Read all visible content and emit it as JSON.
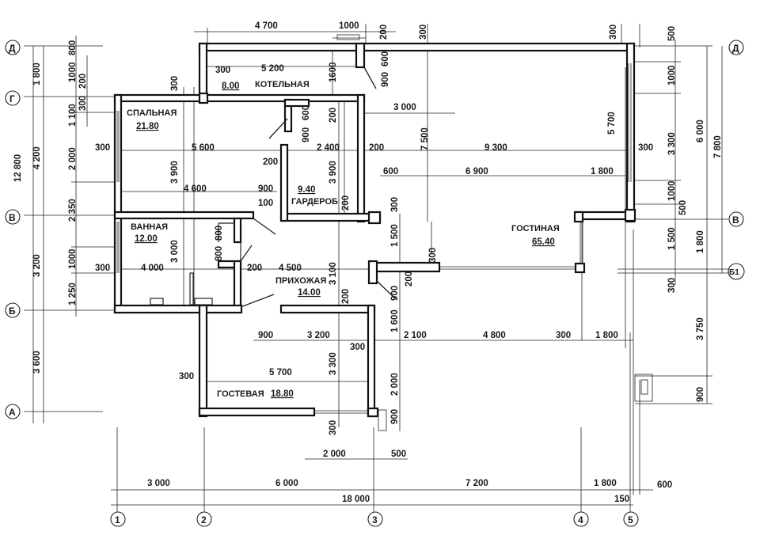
{
  "rooms": [
    {
      "id": "kotelnaya",
      "name": "КОТЕЛЬНАЯ",
      "area": "8.00"
    },
    {
      "id": "spalnaya",
      "name": "СПАЛЬНАЯ",
      "area": "21.80"
    },
    {
      "id": "garderob",
      "name": "ГАРДЕРОБ",
      "area": "9.40"
    },
    {
      "id": "vannaya",
      "name": "ВАННАЯ",
      "area": "12.00"
    },
    {
      "id": "prihozhaya",
      "name": "ПРИХОЖАЯ",
      "area": "14.00"
    },
    {
      "id": "gostinaya",
      "name": "ГОСТИНАЯ",
      "area": "65.40"
    },
    {
      "id": "gostevaya",
      "name": "ГОСТЕВАЯ",
      "area": "18.80"
    }
  ],
  "axes_bottom": [
    "1",
    "2",
    "3",
    "4",
    "5"
  ],
  "axes_side": [
    "Д",
    "Г",
    "В",
    "Б",
    "А",
    "Б1"
  ],
  "dims": {
    "t_4700": "4 700",
    "t_1000": "1000",
    "t_200a": "200",
    "t_300a": "300",
    "t_300b": "300",
    "t_500a": "500",
    "t_300c": "300",
    "t_5200": "5 200",
    "t_1600a": "1600",
    "t_600a": "600",
    "t_900a": "900",
    "t_300d": "300",
    "t_3000a": "3 000",
    "t_7500": "7 500",
    "t_5700a": "5 700",
    "t_600b": "600",
    "t_200b": "200",
    "t_900b": "900",
    "t_300e": "300",
    "t_5600": "5 600",
    "t_2400": "2 400",
    "t_200c": "200",
    "t_9300": "9 300",
    "t_300f": "300",
    "t_200d": "200",
    "t_3900a": "3 900",
    "t_3900b": "3 900",
    "t_600c": "600",
    "t_6900": "6 900",
    "t_1800a": "1 800",
    "t_4600": "4 600",
    "t_900c": "900",
    "t_100": "100",
    "t_200e": "200",
    "t_300g": "300",
    "t_800a": "800",
    "t_800b": "800",
    "t_3000b": "3 000",
    "t_1500a": "1 500",
    "t_300h": "300",
    "t_300i": "300",
    "t_4000": "4 000",
    "t_200f": "200",
    "t_4500": "4 500",
    "t_3100": "3 100",
    "t_200g": "200",
    "t_900d": "900",
    "t_200h": "200",
    "t_1600b": "1 600",
    "t_900e": "900",
    "t_3200a": "3 200",
    "t_2100": "2 100",
    "t_4800": "4 800",
    "t_300j": "300",
    "t_1800b": "1 800",
    "t_300k": "300",
    "t_3300a": "3 300",
    "t_5700b": "5 700",
    "t_300l": "300",
    "t_2000a": "2 000",
    "t_300m": "300",
    "t_900f": "900",
    "t_2000b": "2 000",
    "t_500b": "500",
    "t_3000c": "3 000",
    "t_6000a": "6 000",
    "t_7200": "7 200",
    "t_1800c": "1 800",
    "t_600d": "600",
    "t_18000": "18 000",
    "t_150": "150",
    "l_800": "800",
    "l_1000": "1000",
    "l_200": "200",
    "l_300": "300",
    "l_1100": "1 100",
    "l_2000": "2 000",
    "l_2350": "2 350",
    "l_1000b": "1000",
    "l_1250": "1 250",
    "l_1800": "1 800",
    "l_4200": "4 200",
    "l_3200": "3 200",
    "l_3600": "3 600",
    "l_12800": "12 800",
    "r_500": "500",
    "r_1000": "1000",
    "r_3300": "3 300",
    "r_1000b": "1000",
    "r_500b": "500",
    "r_1500": "1 500",
    "r_300": "300",
    "r_6000": "6 000",
    "r_1800": "1 800",
    "r_3750": "3 750",
    "r_900": "900",
    "r_7800": "7 800"
  }
}
